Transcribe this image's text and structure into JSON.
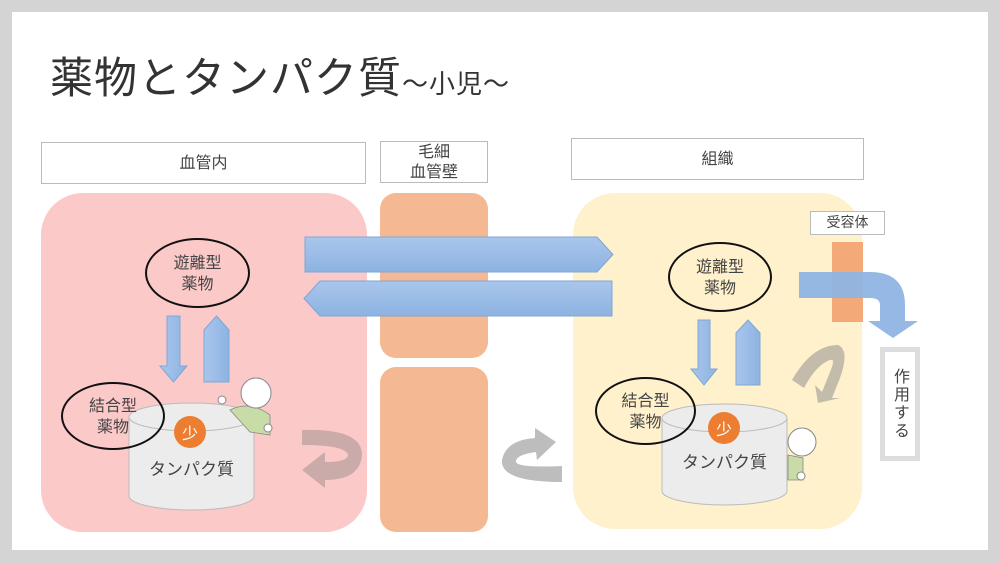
{
  "title": {
    "main": "薬物とタンパク質",
    "sub": "〜小児〜"
  },
  "sections": {
    "blood": "血管内",
    "wall": "毛細\n血管壁",
    "tissue": "組織"
  },
  "blood": {
    "free_drug": "遊離型\n薬物",
    "bound_drug": "結合型\n薬物",
    "protein": "タンパク質",
    "badge": "少"
  },
  "tissue": {
    "free_drug": "遊離型\n薬物",
    "bound_drug": "結合型\n薬物",
    "protein": "タンパク質",
    "badge": "少",
    "receptor": "受容体",
    "effect": "作用する"
  },
  "colors": {
    "blood": "#fcc9c9",
    "wall": "#f4b992",
    "tissue": "#fff1cc",
    "arrow": "#8fb4e3",
    "badge": "#ed7d31"
  }
}
